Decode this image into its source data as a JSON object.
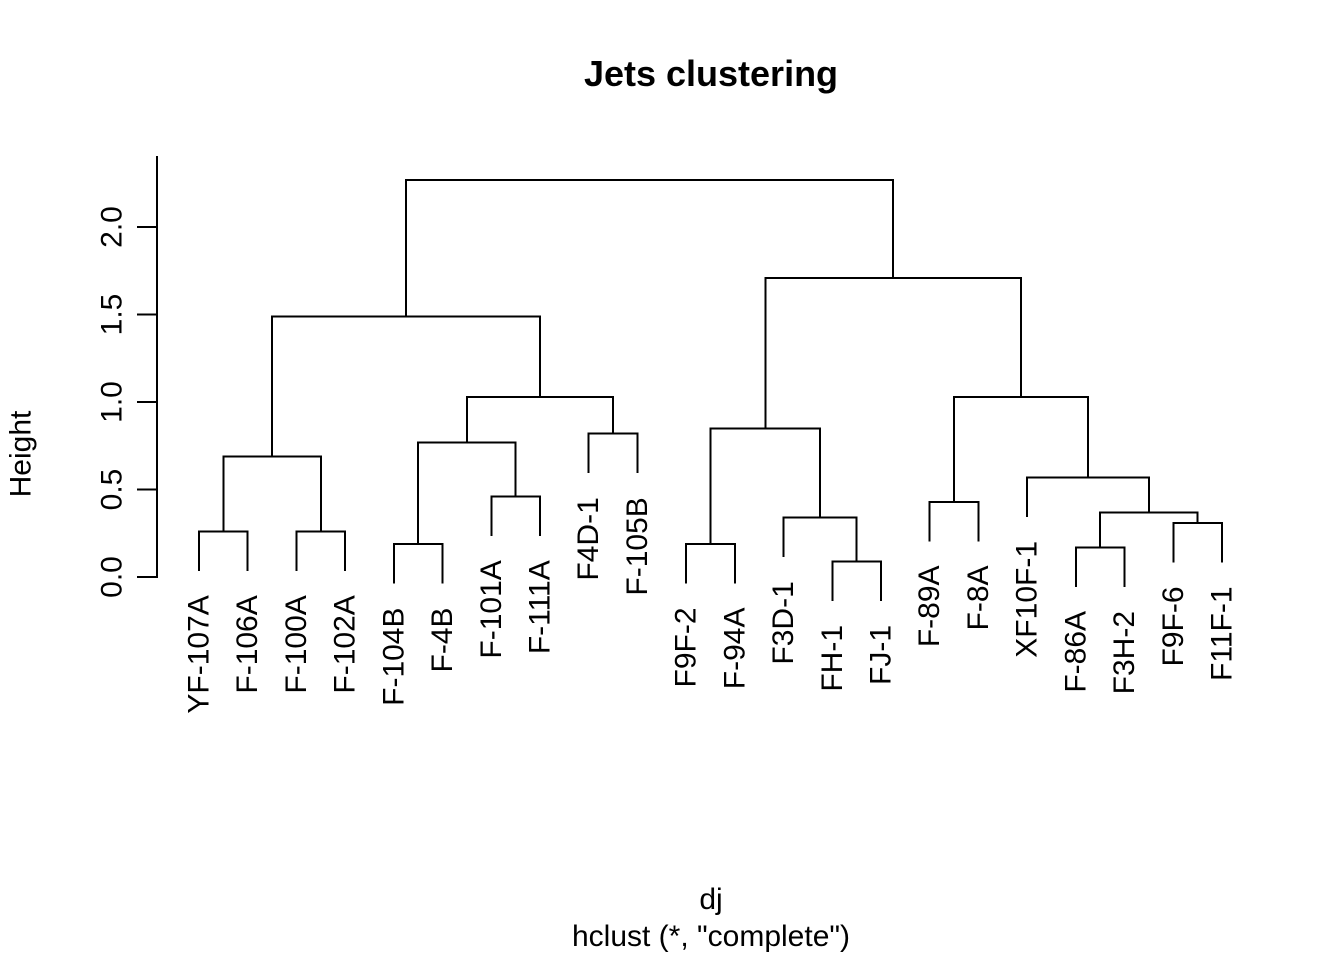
{
  "chart_data": {
    "type": "dendrogram",
    "title": "Jets clustering",
    "xlabel_lines": [
      "dj",
      "hclust (*, \"complete\")"
    ],
    "y_axis": {
      "label": "Height",
      "ticks": [
        0.0,
        0.5,
        1.0,
        1.5,
        2.0
      ],
      "tick_labels": [
        "0.0",
        "0.5",
        "1.0",
        "1.5",
        "2.0"
      ],
      "axis_drawn_range": [
        0.0,
        2.4
      ]
    },
    "hang": 0.1,
    "max_height": 2.27,
    "leaves": [
      "YF-107A",
      "F-106A",
      "F-100A",
      "F-102A",
      "F-104B",
      "F-4B",
      "F-101A",
      "F-111A",
      "F4D-1",
      "F-105B",
      "F9F-2",
      "F-94A",
      "F3D-1",
      "FH-1",
      "FJ-1",
      "F-89A",
      "F-8A",
      "XF10F-1",
      "F-86A",
      "F3H-2",
      "F9F-6",
      "F11F-1"
    ],
    "tree": {
      "h": 2.27,
      "children": [
        {
          "h": 1.49,
          "children": [
            {
              "h": 0.69,
              "children": [
                {
                  "h": 0.26,
                  "children": [
                    {
                      "leaf": "YF-107A"
                    },
                    {
                      "leaf": "F-106A"
                    }
                  ]
                },
                {
                  "h": 0.26,
                  "children": [
                    {
                      "leaf": "F-100A"
                    },
                    {
                      "leaf": "F-102A"
                    }
                  ]
                }
              ]
            },
            {
              "h": 1.03,
              "children": [
                {
                  "h": 0.77,
                  "children": [
                    {
                      "h": 0.19,
                      "children": [
                        {
                          "leaf": "F-104B"
                        },
                        {
                          "leaf": "F-4B"
                        }
                      ]
                    },
                    {
                      "h": 0.46,
                      "children": [
                        {
                          "leaf": "F-101A"
                        },
                        {
                          "leaf": "F-111A"
                        }
                      ]
                    }
                  ]
                },
                {
                  "h": 0.82,
                  "children": [
                    {
                      "leaf": "F4D-1"
                    },
                    {
                      "leaf": "F-105B"
                    }
                  ]
                }
              ]
            }
          ]
        },
        {
          "h": 1.71,
          "children": [
            {
              "h": 0.85,
              "children": [
                {
                  "h": 0.19,
                  "children": [
                    {
                      "leaf": "F9F-2"
                    },
                    {
                      "leaf": "F-94A"
                    }
                  ]
                },
                {
                  "h": 0.34,
                  "children": [
                    {
                      "leaf": "F3D-1"
                    },
                    {
                      "h": 0.09,
                      "children": [
                        {
                          "leaf": "FH-1"
                        },
                        {
                          "leaf": "FJ-1"
                        }
                      ]
                    }
                  ]
                }
              ]
            },
            {
              "h": 1.03,
              "children": [
                {
                  "h": 0.43,
                  "children": [
                    {
                      "leaf": "F-89A"
                    },
                    {
                      "leaf": "F-8A"
                    }
                  ]
                },
                {
                  "h": 0.57,
                  "children": [
                    {
                      "leaf": "XF10F-1"
                    },
                    {
                      "h": 0.37,
                      "children": [
                        {
                          "h": 0.17,
                          "children": [
                            {
                              "leaf": "F-86A"
                            },
                            {
                              "leaf": "F3H-2"
                            }
                          ]
                        },
                        {
                          "h": 0.31,
                          "children": [
                            {
                              "leaf": "F9F-6"
                            },
                            {
                              "leaf": "F11F-1"
                            }
                          ]
                        }
                      ]
                    }
                  ]
                }
              ]
            }
          ]
        }
      ]
    },
    "colors": {
      "line": "#000000",
      "text": "#000000",
      "background": "#ffffff"
    }
  }
}
